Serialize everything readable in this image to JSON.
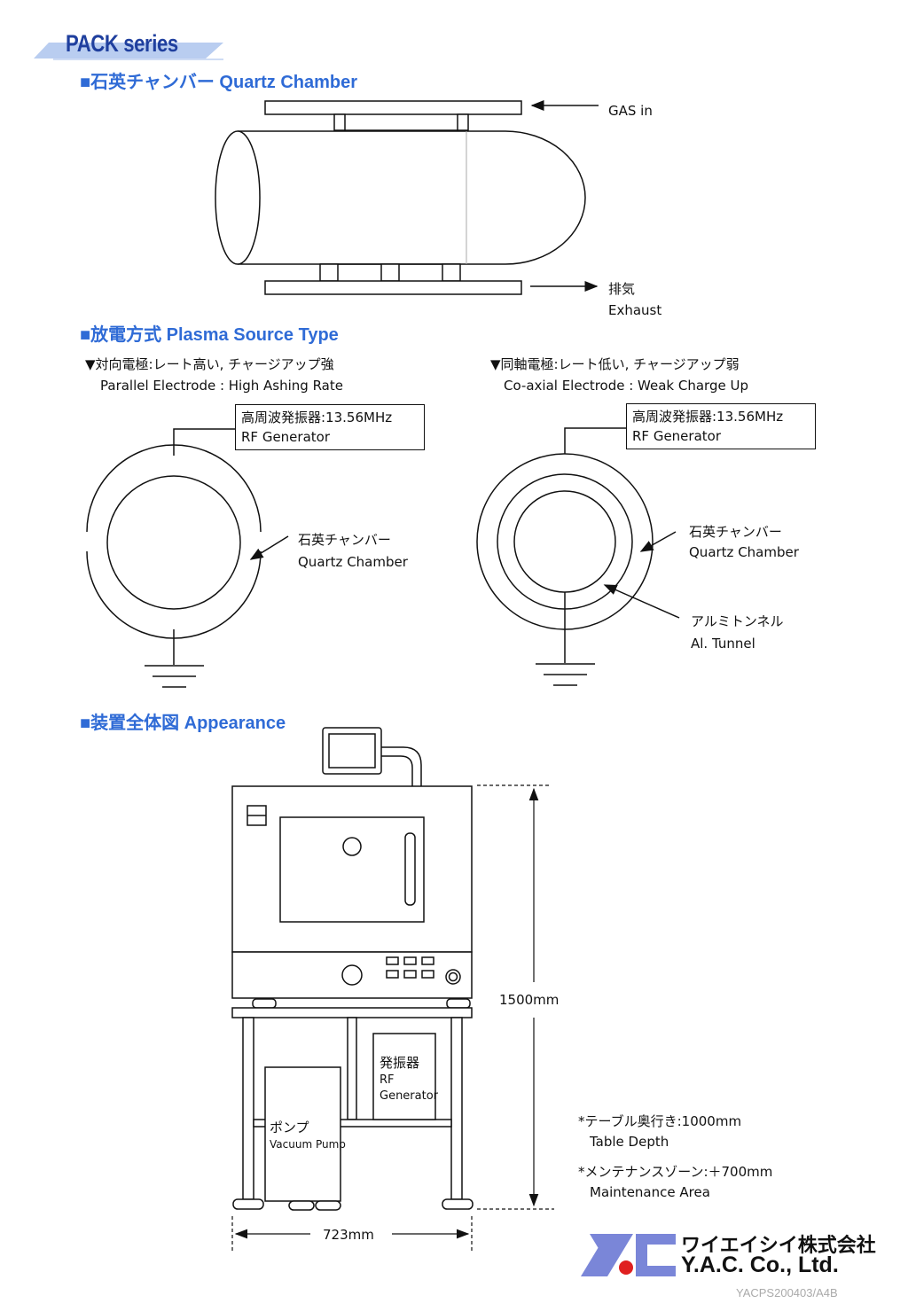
{
  "header": {
    "series_title": "PACK series"
  },
  "sections": {
    "quartz": "■石英チャンバー Quartz Chamber",
    "plasma": "■放電方式 Plasma Source Type",
    "appearance": "■装置全体図 Appearance"
  },
  "quartz_diagram": {
    "gas_in": "GAS in",
    "exhaust_jp": "排気",
    "exhaust_en": "Exhaust"
  },
  "parallel": {
    "title_jp": "▼対向電極:レート高い, チャージアップ強",
    "title_en": "Parallel Electrode : High Ashing Rate",
    "rf_jp": "高周波発振器:13.56MHz",
    "rf_en": "RF Generator",
    "chamber_jp": "石英チャンバー",
    "chamber_en": "Quartz Chamber"
  },
  "coaxial": {
    "title_jp": "▼同軸電極:レート低い, チャージアップ弱",
    "title_en": "Co-axial Electrode : Weak Charge Up",
    "rf_jp": "高周波発振器:13.56MHz",
    "rf_en": "RF Generator",
    "chamber_jp": "石英チャンバー",
    "chamber_en": "Quartz Chamber",
    "tunnel_jp": "アルミトンネル",
    "tunnel_en": "Al. Tunnel"
  },
  "appearance": {
    "height": "1500mm",
    "width": "723mm",
    "generator_jp": "発振器",
    "generator_en1": "RF",
    "generator_en2": "Generator",
    "pump_jp": "ポンプ",
    "pump_en": "Vacuum Pump",
    "note1_jp": "*テーブル奥行き:1000mm",
    "note1_en": "Table Depth",
    "note2_jp": "*メンテナンスゾーン:＋700mm",
    "note2_en": "Maintenance Area"
  },
  "footer": {
    "company_jp": "ワイエイシイ株式会社",
    "company_en": "Y.A.C. Co., Ltd.",
    "doc_code": "YACPS200403/A4B"
  },
  "colors": {
    "accent": "#2f6bd6",
    "banner": "#b9cdf0",
    "logo_blue": "#7a86d8",
    "logo_red": "#e02020"
  }
}
